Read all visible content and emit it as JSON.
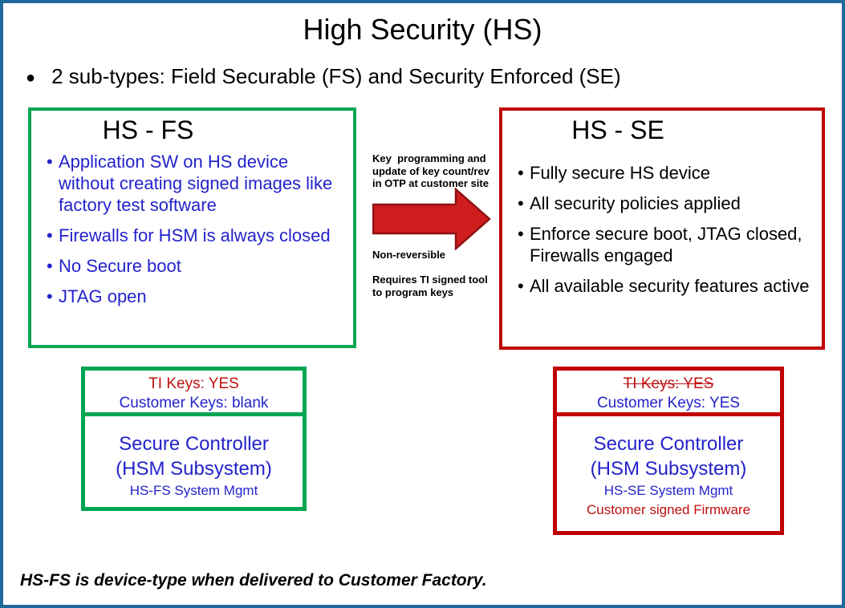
{
  "slide": {
    "title": "High Security (HS)",
    "subtitle": "2 sub-types: Field Securable (FS) and Security Enforced (SE)",
    "footer": "HS-FS is device-type when delivered to Customer Factory."
  },
  "fs_box": {
    "title": "HS - FS",
    "bullets": [
      "Application SW on HS device without creating signed images like factory test software",
      "Firewalls for HSM is always closed",
      "No Secure boot",
      "JTAG open"
    ]
  },
  "se_box": {
    "title": "HS - SE",
    "bullets": [
      "Fully secure HS device",
      "All security policies applied",
      "Enforce secure boot, JTAG closed, Firewalls engaged",
      "All available security features active"
    ]
  },
  "transition": {
    "top_note": "Key  programming and\nupdate of key count/rev\nin OTP at customer site",
    "mid_note": "Non-reversible",
    "bottom_note": "Requires TI signed tool\nto program keys",
    "arrow_icon": "right-arrow"
  },
  "fs_keys": {
    "ti_keys": "TI Keys: YES",
    "customer_keys": "Customer Keys: blank",
    "controller_title": "Secure Controller",
    "controller_subtitle": "(HSM Subsystem)",
    "controller_mgmt": "HS-FS System Mgmt"
  },
  "se_keys": {
    "ti_keys": "TI Keys: YES",
    "ti_keys_strikethrough": true,
    "customer_keys": "Customer Keys: YES",
    "controller_title": "Secure Controller",
    "controller_subtitle": "(HSM Subsystem)",
    "controller_mgmt": "HS-SE System Mgmt",
    "controller_firmware": "Customer signed Firmware"
  },
  "colors": {
    "page_border": "#1e6b9c",
    "green_accent": "#00a651",
    "red_accent": "#c00000",
    "red_text": "#c01010",
    "blue_text": "#2323cb",
    "arrow_fill": "#cf1d1d",
    "arrow_stroke": "#8e1212"
  }
}
